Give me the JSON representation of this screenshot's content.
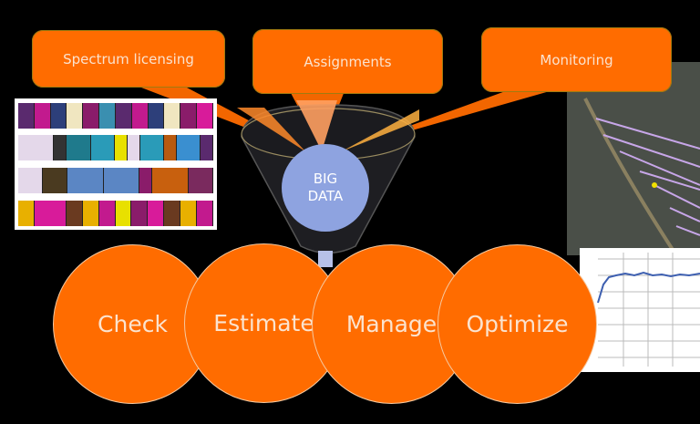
{
  "callouts": [
    {
      "label": "Spectrum licensing"
    },
    {
      "label": "Assignments"
    },
    {
      "label": "Monitoring"
    }
  ],
  "funnel": {
    "center_label_line1": "BIG",
    "center_label_line2": "DATA"
  },
  "process_steps": [
    {
      "label": "Check"
    },
    {
      "label": "Estimate"
    },
    {
      "label": "Manage"
    },
    {
      "label": "Optimize"
    }
  ],
  "images": {
    "spectrum_chart": "frequency-allocation-chart",
    "monitoring_map": "aerial-map-with-links",
    "signal_plot": "signal-level-plot"
  },
  "colors": {
    "accent_orange": "#ff6c00",
    "big_data_blue": "#8ea3e0",
    "background": "#000000"
  }
}
